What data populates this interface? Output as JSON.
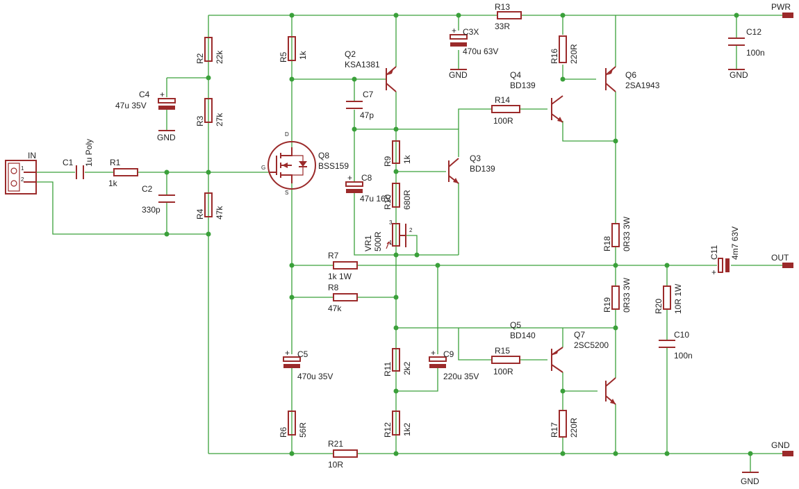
{
  "ports": {
    "in": "IN",
    "in_pin1": "1",
    "in_pin2": "2",
    "pwr": "PWR",
    "out": "OUT",
    "gnd": "GND"
  },
  "gnd_label": "GND",
  "resistors": {
    "R1": {
      "name": "R1",
      "value": "1k"
    },
    "R2": {
      "name": "R2",
      "value": "22k"
    },
    "R3": {
      "name": "R3",
      "value": "27k"
    },
    "R4": {
      "name": "R4",
      "value": "47k"
    },
    "R5": {
      "name": "R5",
      "value": "1k"
    },
    "R6": {
      "name": "R6",
      "value": "56R"
    },
    "R7": {
      "name": "R7",
      "value": "1k 1W"
    },
    "R8": {
      "name": "R8",
      "value": "47k"
    },
    "R9": {
      "name": "R9",
      "value": "1k"
    },
    "R10": {
      "name": "R10",
      "value": "680R"
    },
    "R11": {
      "name": "R11",
      "value": "2k2"
    },
    "R12": {
      "name": "R12",
      "value": "1k2"
    },
    "R13": {
      "name": "R13",
      "value": "33R"
    },
    "R14": {
      "name": "R14",
      "value": "100R"
    },
    "R15": {
      "name": "R15",
      "value": "100R"
    },
    "R16": {
      "name": "R16",
      "value": "220R"
    },
    "R17": {
      "name": "R17",
      "value": "220R"
    },
    "R18": {
      "name": "R18",
      "value": "0R33 3W"
    },
    "R19": {
      "name": "R19",
      "value": "0R33 3W"
    },
    "R20": {
      "name": "R20",
      "value": "10R 1W"
    },
    "R21": {
      "name": "R21",
      "value": "10R"
    }
  },
  "capacitors": {
    "C1": {
      "name": "C1",
      "value": "1u Poly"
    },
    "C2": {
      "name": "C2",
      "value": "330p"
    },
    "C3X": {
      "name": "C3X",
      "value": "470u 63V"
    },
    "C4": {
      "name": "C4",
      "value": "47u 35V"
    },
    "C5": {
      "name": "C5",
      "value": "470u 35V"
    },
    "C7": {
      "name": "C7",
      "value": "47p"
    },
    "C8": {
      "name": "C8",
      "value": "47u 16V"
    },
    "C9": {
      "name": "C9",
      "value": "220u 35V"
    },
    "C10": {
      "name": "C10",
      "value": "100n"
    },
    "C11": {
      "name": "C11",
      "value": "4m7 63V"
    },
    "C12": {
      "name": "C12",
      "value": "100n"
    }
  },
  "transistors": {
    "Q2": {
      "name": "Q2",
      "value": "KSA1381"
    },
    "Q3": {
      "name": "Q3",
      "value": "BD139"
    },
    "Q4": {
      "name": "Q4",
      "value": "BD139"
    },
    "Q5": {
      "name": "Q5",
      "value": "BD140"
    },
    "Q6": {
      "name": "Q6",
      "value": "2SA1943"
    },
    "Q7": {
      "name": "Q7",
      "value": "2SC5200"
    },
    "Q8": {
      "name": "Q8",
      "value": "BSS159",
      "pin_d": "D",
      "pin_g": "G",
      "pin_s": "S"
    }
  },
  "trimmer": {
    "name": "VR1",
    "value": "500R",
    "pin1": "1",
    "pin2": "2",
    "pin3": "3"
  }
}
